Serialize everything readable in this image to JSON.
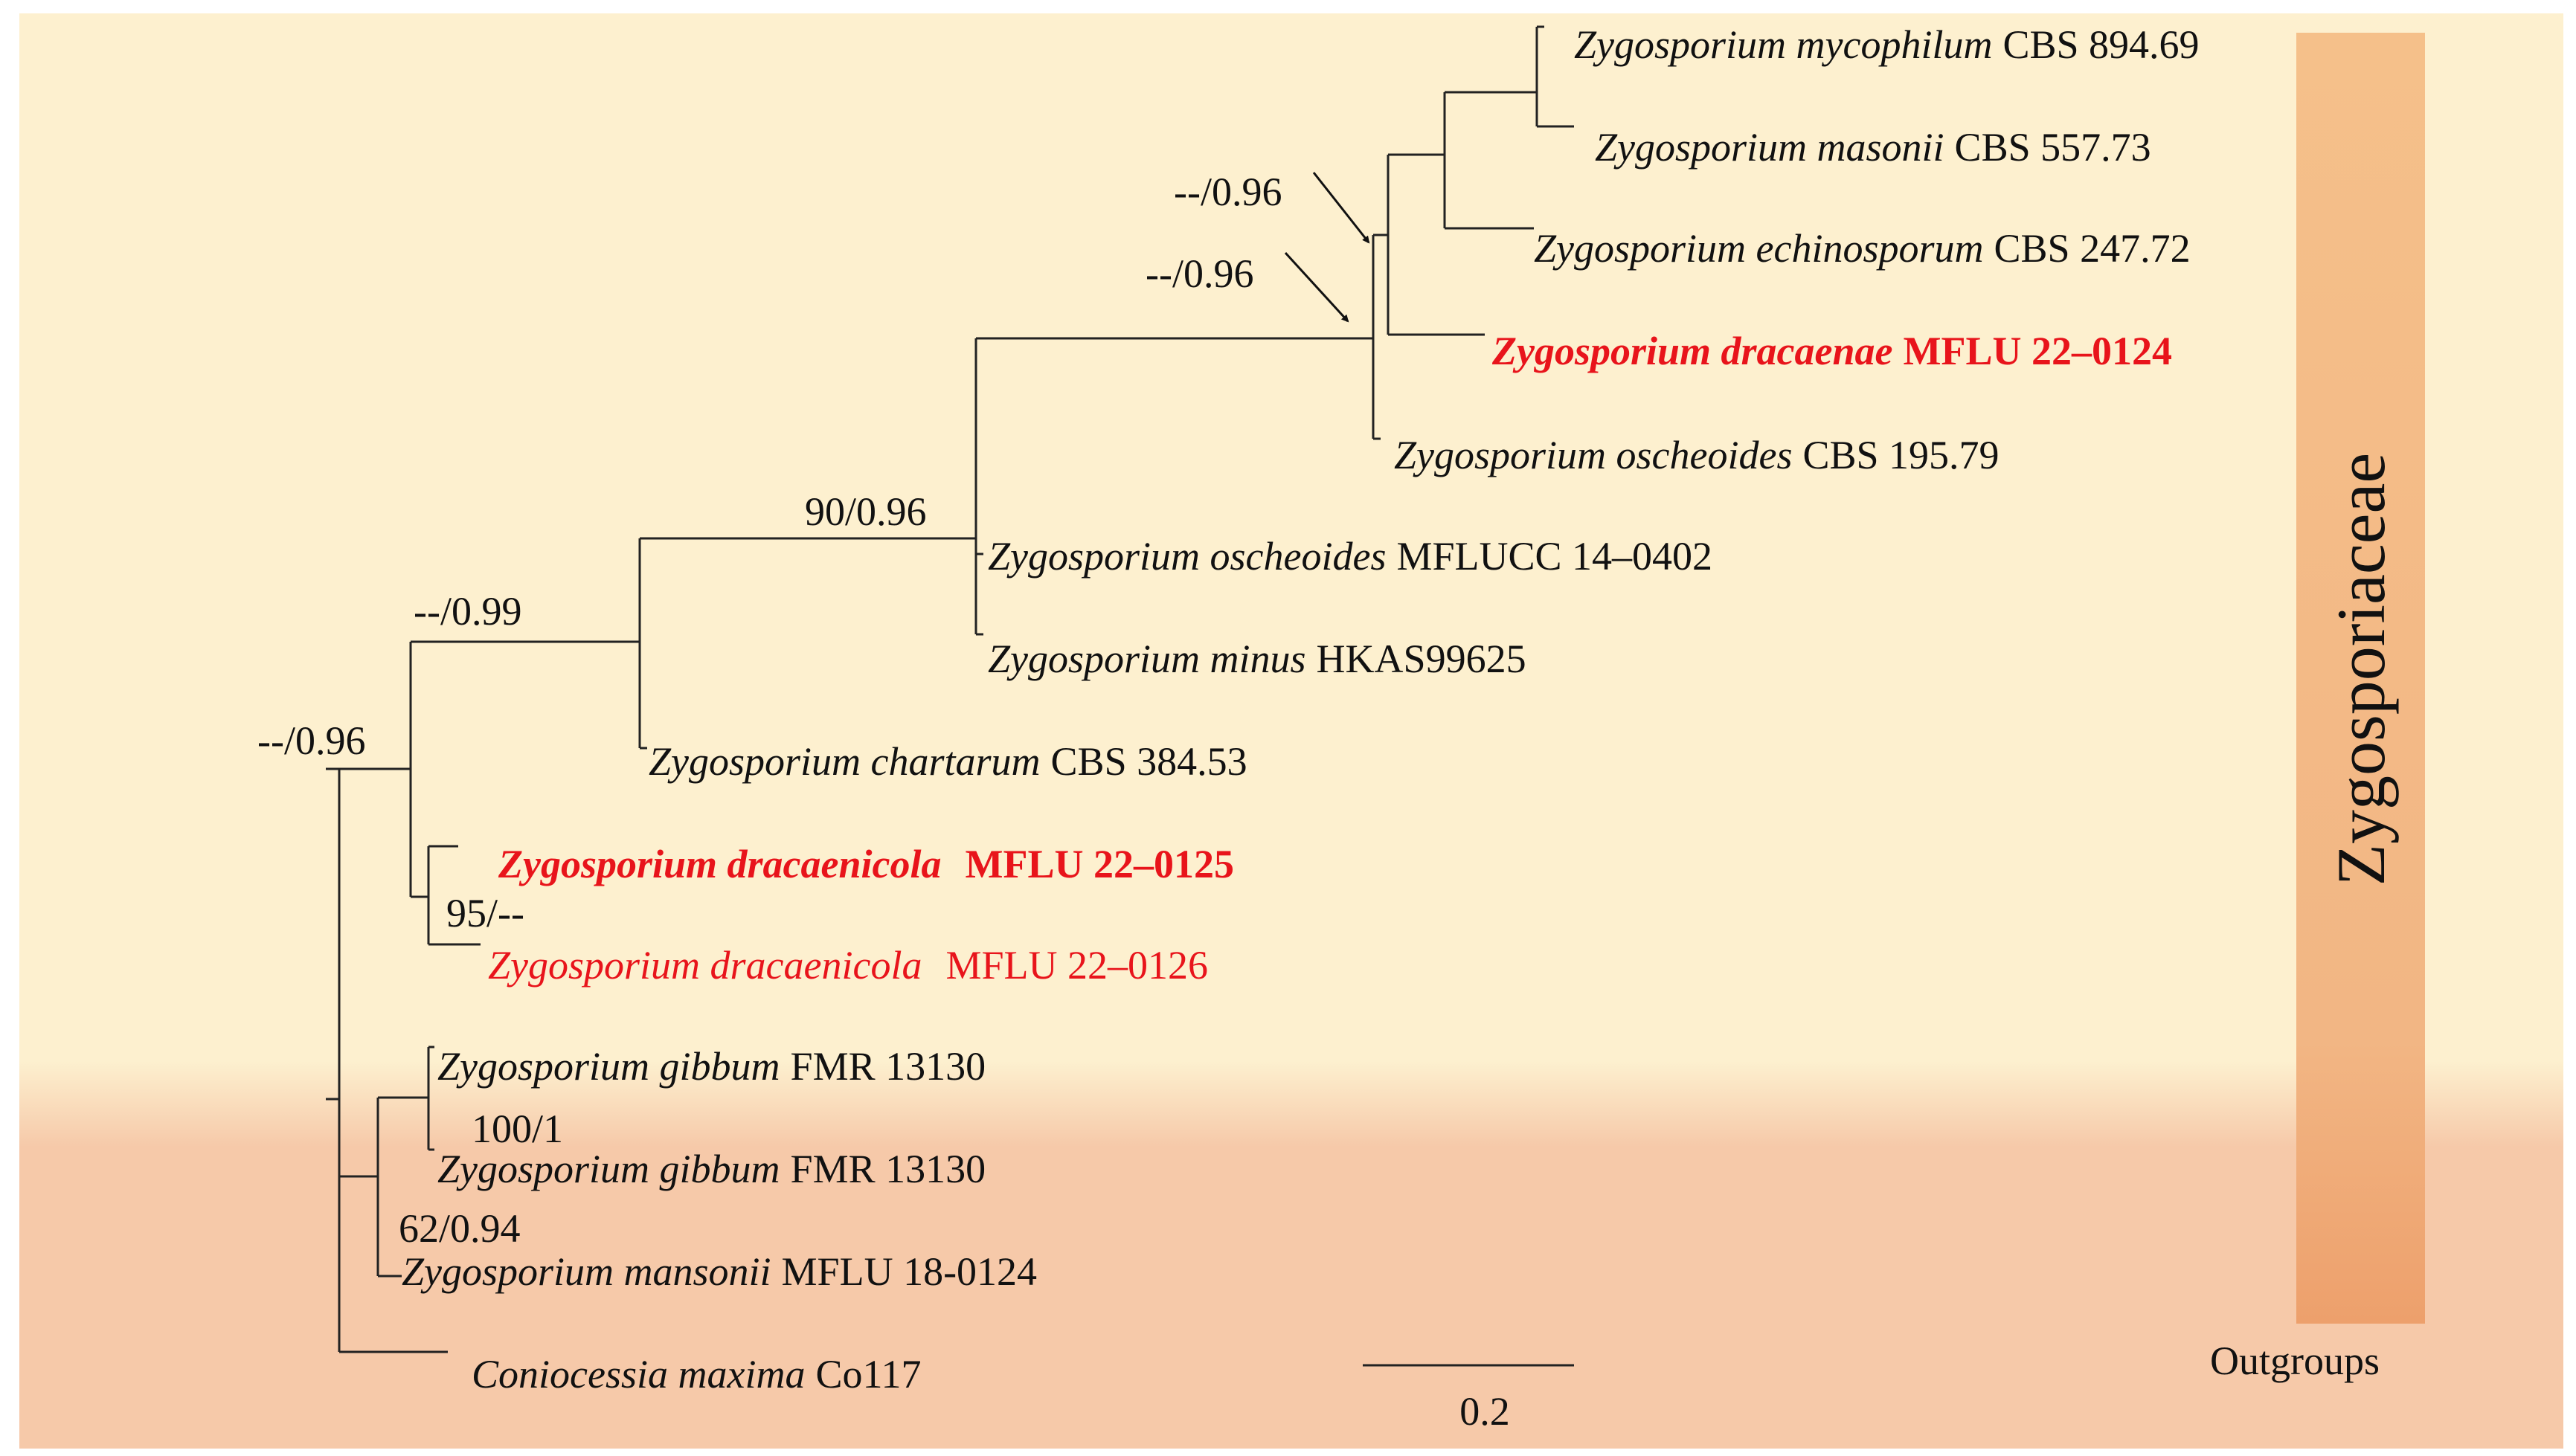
{
  "colors": {
    "page_border": "#ffffff",
    "background_top": "#fdf0cf",
    "background_bottom": "#f6c9a9",
    "family_bar_top": "#f5c08a",
    "family_bar_bottom": "#eda06c",
    "highlight_text": "#e8141b",
    "branch": "#222222"
  },
  "family_label": "Zygosporiaceae",
  "outgroup_label": "Outgroups",
  "scale_bar_label": "0.2",
  "taxa": [
    {
      "species": "Zygosporium mycophilum",
      "strain": "CBS 894.69",
      "new": false,
      "bold": false
    },
    {
      "species": "Zygosporium masonii",
      "strain": "CBS 557.73",
      "new": false,
      "bold": false
    },
    {
      "species": "Zygosporium echinosporum",
      "strain": "CBS 247.72",
      "new": false,
      "bold": false
    },
    {
      "species": "Zygosporium dracaenae",
      "strain": "MFLU 22–0124",
      "new": true,
      "bold": true
    },
    {
      "species": "Zygosporium oscheoides",
      "strain": "CBS 195.79",
      "new": false,
      "bold": false
    },
    {
      "species": "Zygosporium oscheoides",
      "strain": "MFLUCC 14–0402",
      "new": false,
      "bold": false
    },
    {
      "species": "Zygosporium minus",
      "strain": "HKAS99625",
      "new": false,
      "bold": false
    },
    {
      "species": "Zygosporium chartarum",
      "strain": "CBS 384.53",
      "new": false,
      "bold": false
    },
    {
      "species": "Zygosporium dracaenicola",
      "strain": "MFLU 22–0125",
      "new": true,
      "bold": true
    },
    {
      "species": "Zygosporium dracaenicola",
      "strain": "MFLU 22–0126",
      "new": true,
      "bold": false
    },
    {
      "species": "Zygosporium gibbum",
      "strain": "FMR 13130",
      "new": false,
      "bold": false
    },
    {
      "species": "Zygosporium gibbum",
      "strain": "FMR 13130",
      "new": false,
      "bold": false
    },
    {
      "species": "Zygosporium mansonii",
      "strain": "MFLU 18-0124",
      "new": false,
      "bold": false
    },
    {
      "species": "Coniocessia maxima",
      "strain": "Co117",
      "new": false,
      "bold": false
    }
  ],
  "support_values": [
    "--/0.96",
    "--/0.96",
    "90/0.96",
    "--/0.99",
    "--/0.96",
    "95/--",
    "100/1",
    "62/0.94"
  ]
}
